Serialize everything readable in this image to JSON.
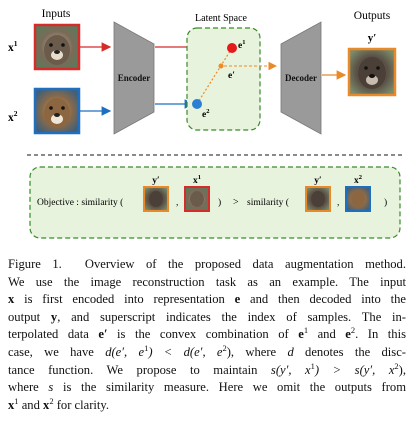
{
  "figure": {
    "headers": {
      "inputs": "Inputs",
      "latent": "Latent Space",
      "outputs": "Outputs"
    },
    "input_labels": {
      "x1": "x",
      "x1_sup": "1",
      "x2": "x",
      "x2_sup": "2"
    },
    "encoder_label": "Encoder",
    "decoder_label": "Decoder",
    "latent_points": {
      "e1": "e",
      "e1_sup": "1",
      "e_prime": "e′",
      "e2": "e",
      "e2_sup": "2"
    },
    "output_label": "y′",
    "objective": {
      "prefix": "Objective : similarity (",
      "sep": ",",
      "close": ")",
      "gt": ">",
      "mid": "similarity (",
      "lbl_y": "y′",
      "lbl_x1": "x",
      "lbl_x1_sup": "1",
      "lbl_x2": "x",
      "lbl_x2_sup": "2"
    },
    "colors": {
      "x1_border": "#d62b2b",
      "x2_border": "#1f6fc0",
      "output_border": "#e8892a",
      "latent_fill": "#e7f3dc",
      "latent_border": "#3a8a2a",
      "e1": "#e41a1c",
      "e2": "#2a7fd4",
      "e_prime": "#f08a24",
      "coder_fill": "#9a9a9a"
    }
  },
  "caption": {
    "line1_label": "Figure 1.",
    "line1_text": "Overview of the proposed data augmentation method.",
    "line2": "We use the image reconstruction task as an example. The input",
    "line3_a": "x",
    "line3_b": " is first encoded into representation ",
    "line3_c": "e",
    "line3_d": " and then decoded into the",
    "line4_a": "output ",
    "line4_b": "y",
    "line4_c": ", and superscript indicates the index of samples. The in-",
    "line5_a": "terpolated data ",
    "line5_b": "e′",
    "line5_c": " is the convex combination of ",
    "line5_d": "e",
    "line5_d_sup": "1",
    "line5_e": " and ",
    "line5_f": "e",
    "line5_f_sup": "2",
    "line5_g": ". In this",
    "line6_a": "case, we have ",
    "line6_b": "d(e′, e",
    "line6_b_sup": "1",
    "line6_c": ") < d(e′, e",
    "line6_c_sup": "2",
    "line6_d": "), where ",
    "line6_e": "d",
    "line6_f": " denotes the disc-",
    "line7": "tance function. We propose to maintain ",
    "line7_m1": "s(y′, x",
    "line7_m1_sup": "1",
    "line7_m2": ") > s(y′, x",
    "line7_m2_sup": "2",
    "line7_m3": "),",
    "line8_a": "where ",
    "line8_b": "s",
    "line8_c": " is the similarity measure. Here we omit the outputs from",
    "line9_a": "x",
    "line9_a_sup": "1",
    "line9_b": " and ",
    "line9_c": "x",
    "line9_c_sup": "2",
    "line9_d": " for clarity."
  }
}
